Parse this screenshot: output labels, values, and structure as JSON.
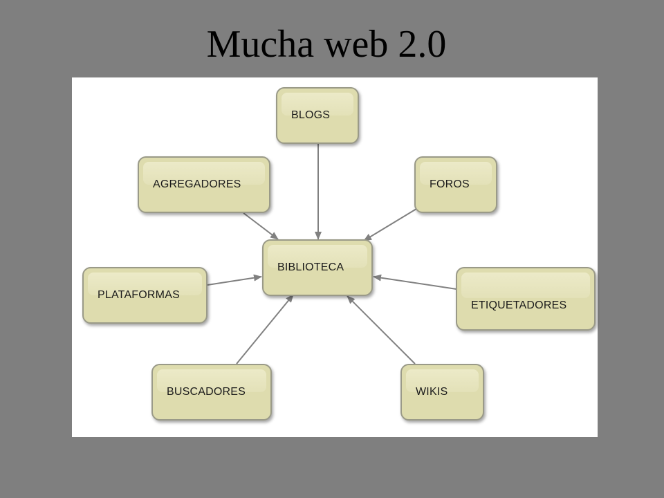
{
  "title": "Mucha web 2.0",
  "diagram": {
    "center": "BIBLIOTECA",
    "nodes": {
      "blogs": "BLOGS",
      "agregadores": "AGREGADORES",
      "foros": "FOROS",
      "plataformas": "PLATAFORMAS",
      "etiquetadores": "ETIQUETADORES",
      "buscadores": "BUSCADORES",
      "wikis": "WIKIS"
    },
    "edges": [
      {
        "from": "BLOGS",
        "to": "BIBLIOTECA"
      },
      {
        "from": "AGREGADORES",
        "to": "BIBLIOTECA"
      },
      {
        "from": "FOROS",
        "to": "BIBLIOTECA"
      },
      {
        "from": "PLATAFORMAS",
        "to": "BIBLIOTECA"
      },
      {
        "from": "ETIQUETADORES",
        "to": "BIBLIOTECA"
      },
      {
        "from": "BUSCADORES",
        "to": "BIBLIOTECA"
      },
      {
        "from": "WIKIS",
        "to": "BIBLIOTECA"
      }
    ],
    "colors": {
      "node_fill": "#dedcae",
      "node_border": "#9a9a88",
      "arrow": "#808080",
      "background": "#7f7f7f",
      "panel": "#ffffff"
    }
  }
}
